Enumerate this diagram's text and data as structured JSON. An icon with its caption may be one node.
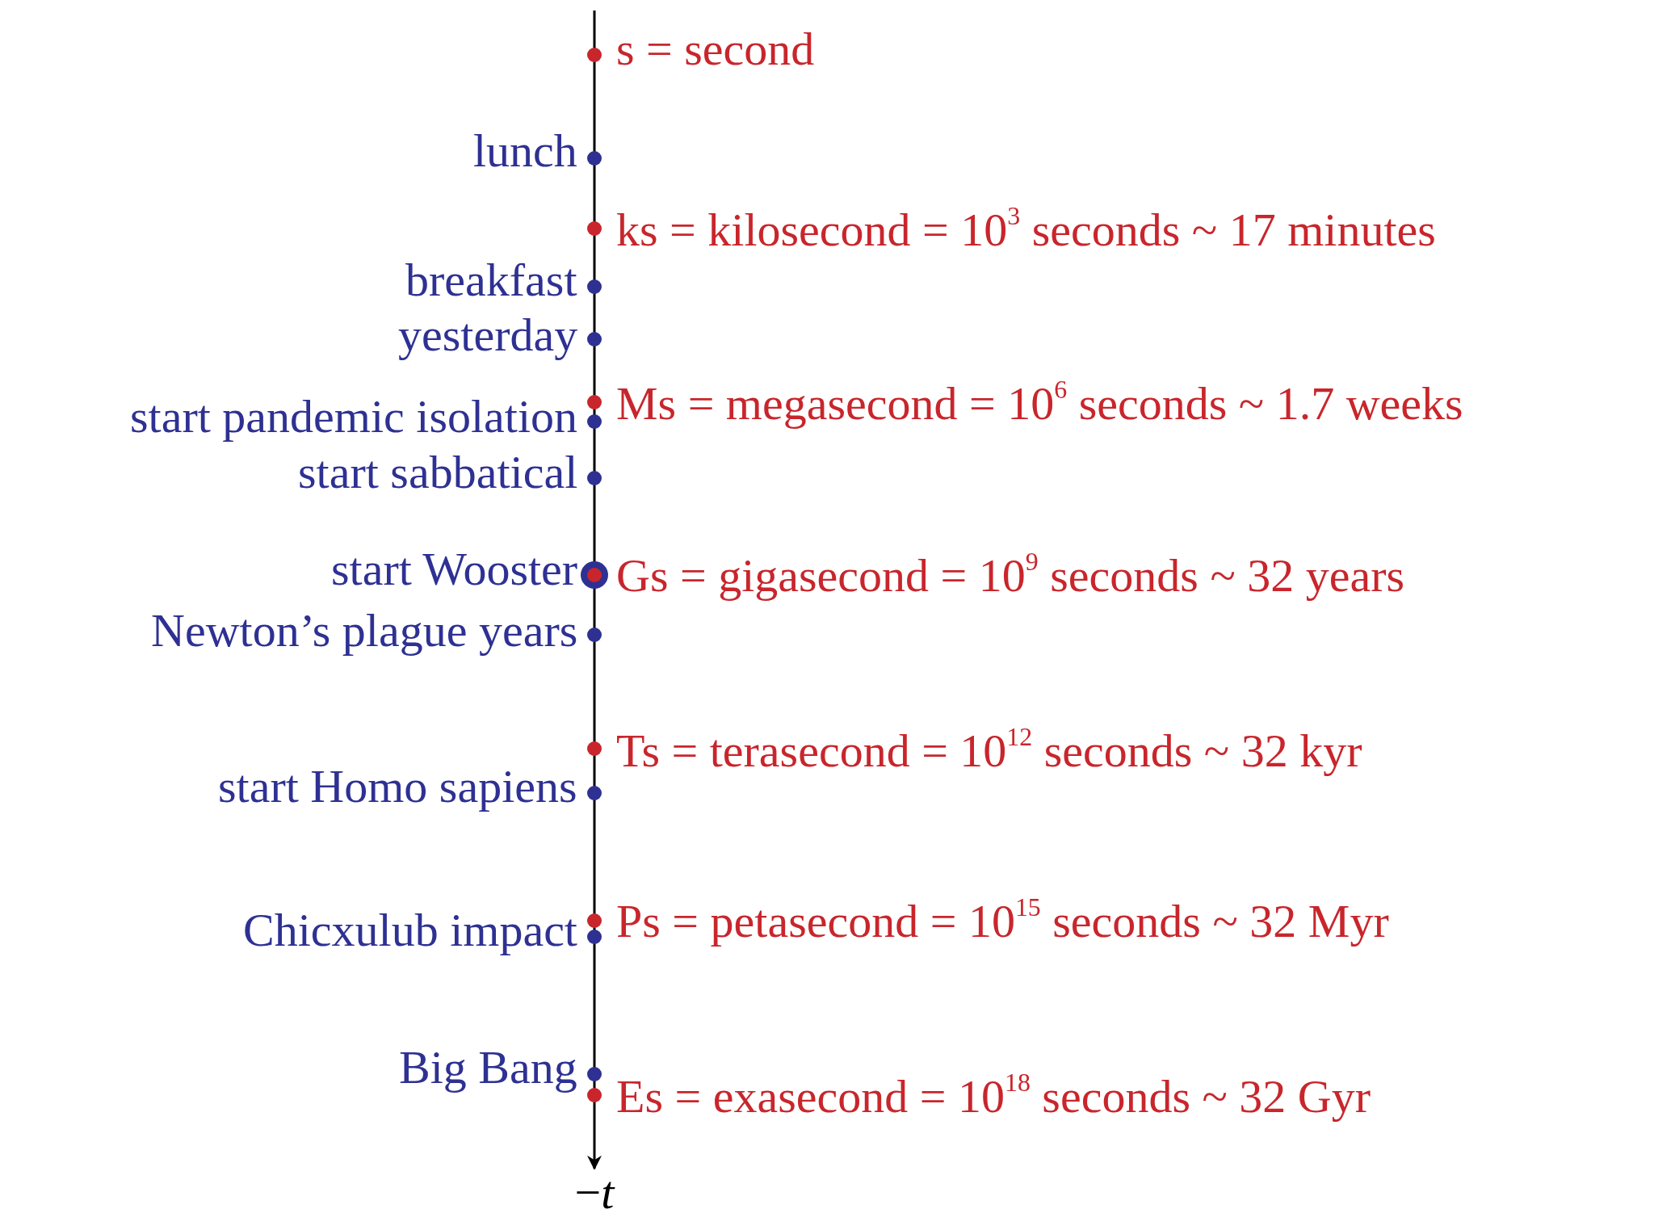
{
  "diagram": {
    "labels": [
      "s = second",
      "lunch",
      "ks = kilosecond = 10$^{3}$ seconds ~ 17 minutes",
      "breakfast",
      "yesterday",
      "Ms = megasecond = 10$^{6}$ seconds ~ 1.7 weeks",
      "start pandemic isolation",
      "start sabbatical",
      "start Wooster",
      "Gs = gigasecond = 10$^{9}$ seconds ~ 32 years",
      "Newton’s plague years",
      "Ts = terasecond = 10$^{12}$ seconds ~ 32 kyr",
      "start Homo sapiens",
      "Ps = petasecond = 10$^{15}$ seconds ~ 32 Myr",
      "Chicxulub impact",
      "Big Bang",
      "Es = exasecond = 10$^{18}$ seconds ~ 32 Gyr",
      "−*t*"
    ]
  }
}
